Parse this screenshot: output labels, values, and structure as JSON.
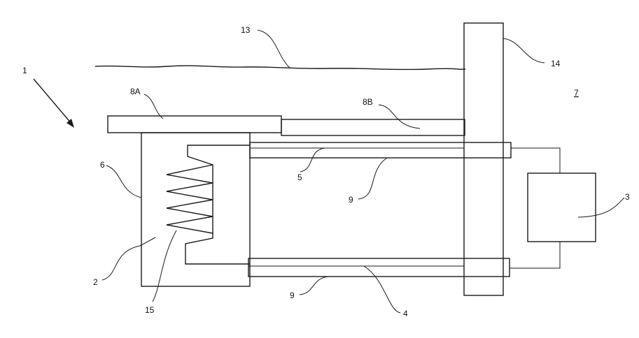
{
  "figure": {
    "labels": {
      "assembly": "1",
      "part_2": "2",
      "part_3": "3",
      "part_4": "4",
      "part_5": "5",
      "part_6": "6",
      "part_7": "7",
      "part_8a": "8A",
      "part_8b": "8B",
      "part_9_upper": "9",
      "part_9_lower": "9",
      "part_13": "13",
      "part_14": "14",
      "part_15": "15"
    }
  }
}
